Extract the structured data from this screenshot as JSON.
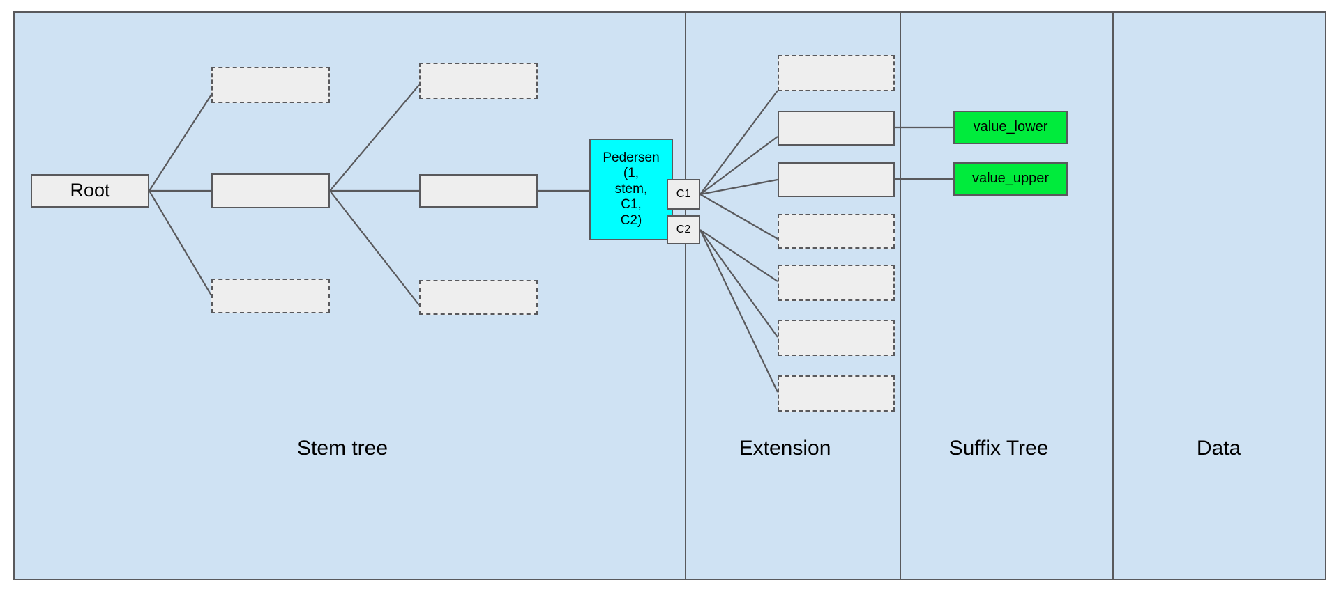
{
  "diagram": {
    "title_present": false,
    "background_color": "#cfe2f3",
    "border_color": "#59595c",
    "node_fill": "#eeeeee",
    "accent_cyan": "#00ffff",
    "accent_green": "#00eb3c"
  },
  "sections": [
    {
      "id": "stem-tree",
      "label": "Stem tree"
    },
    {
      "id": "extension",
      "label": "Extension"
    },
    {
      "id": "suffix-tree",
      "label": "Suffix Tree"
    },
    {
      "id": "data",
      "label": "Data"
    }
  ],
  "stem_tree": {
    "root": {
      "label": "Root",
      "style": "solid"
    },
    "level1": [
      {
        "label": "",
        "style": "dashed"
      },
      {
        "label": "",
        "style": "solid"
      },
      {
        "label": "",
        "style": "dashed"
      }
    ],
    "level2": [
      {
        "label": "",
        "style": "dashed"
      },
      {
        "label": "",
        "style": "solid"
      },
      {
        "label": "",
        "style": "dashed"
      }
    ]
  },
  "extension": {
    "pedersen": {
      "lines": [
        "Pedersen",
        "(1,",
        "stem,",
        "C1,",
        "C2)"
      ],
      "fill": "#00ffff"
    },
    "commitments": [
      {
        "label": "C1"
      },
      {
        "label": "C2"
      }
    ]
  },
  "suffix_tree": {
    "from_c1": [
      {
        "label": "",
        "style": "dashed"
      },
      {
        "label": "",
        "style": "solid"
      },
      {
        "label": "",
        "style": "solid"
      }
    ],
    "from_c2": [
      {
        "label": "",
        "style": "dashed"
      },
      {
        "label": "",
        "style": "dashed"
      },
      {
        "label": "",
        "style": "dashed"
      },
      {
        "label": "",
        "style": "dashed"
      }
    ]
  },
  "data": {
    "values": [
      {
        "label": "value_lower",
        "fill": "#00eb3c"
      },
      {
        "label": "value_upper",
        "fill": "#00eb3c"
      }
    ]
  }
}
